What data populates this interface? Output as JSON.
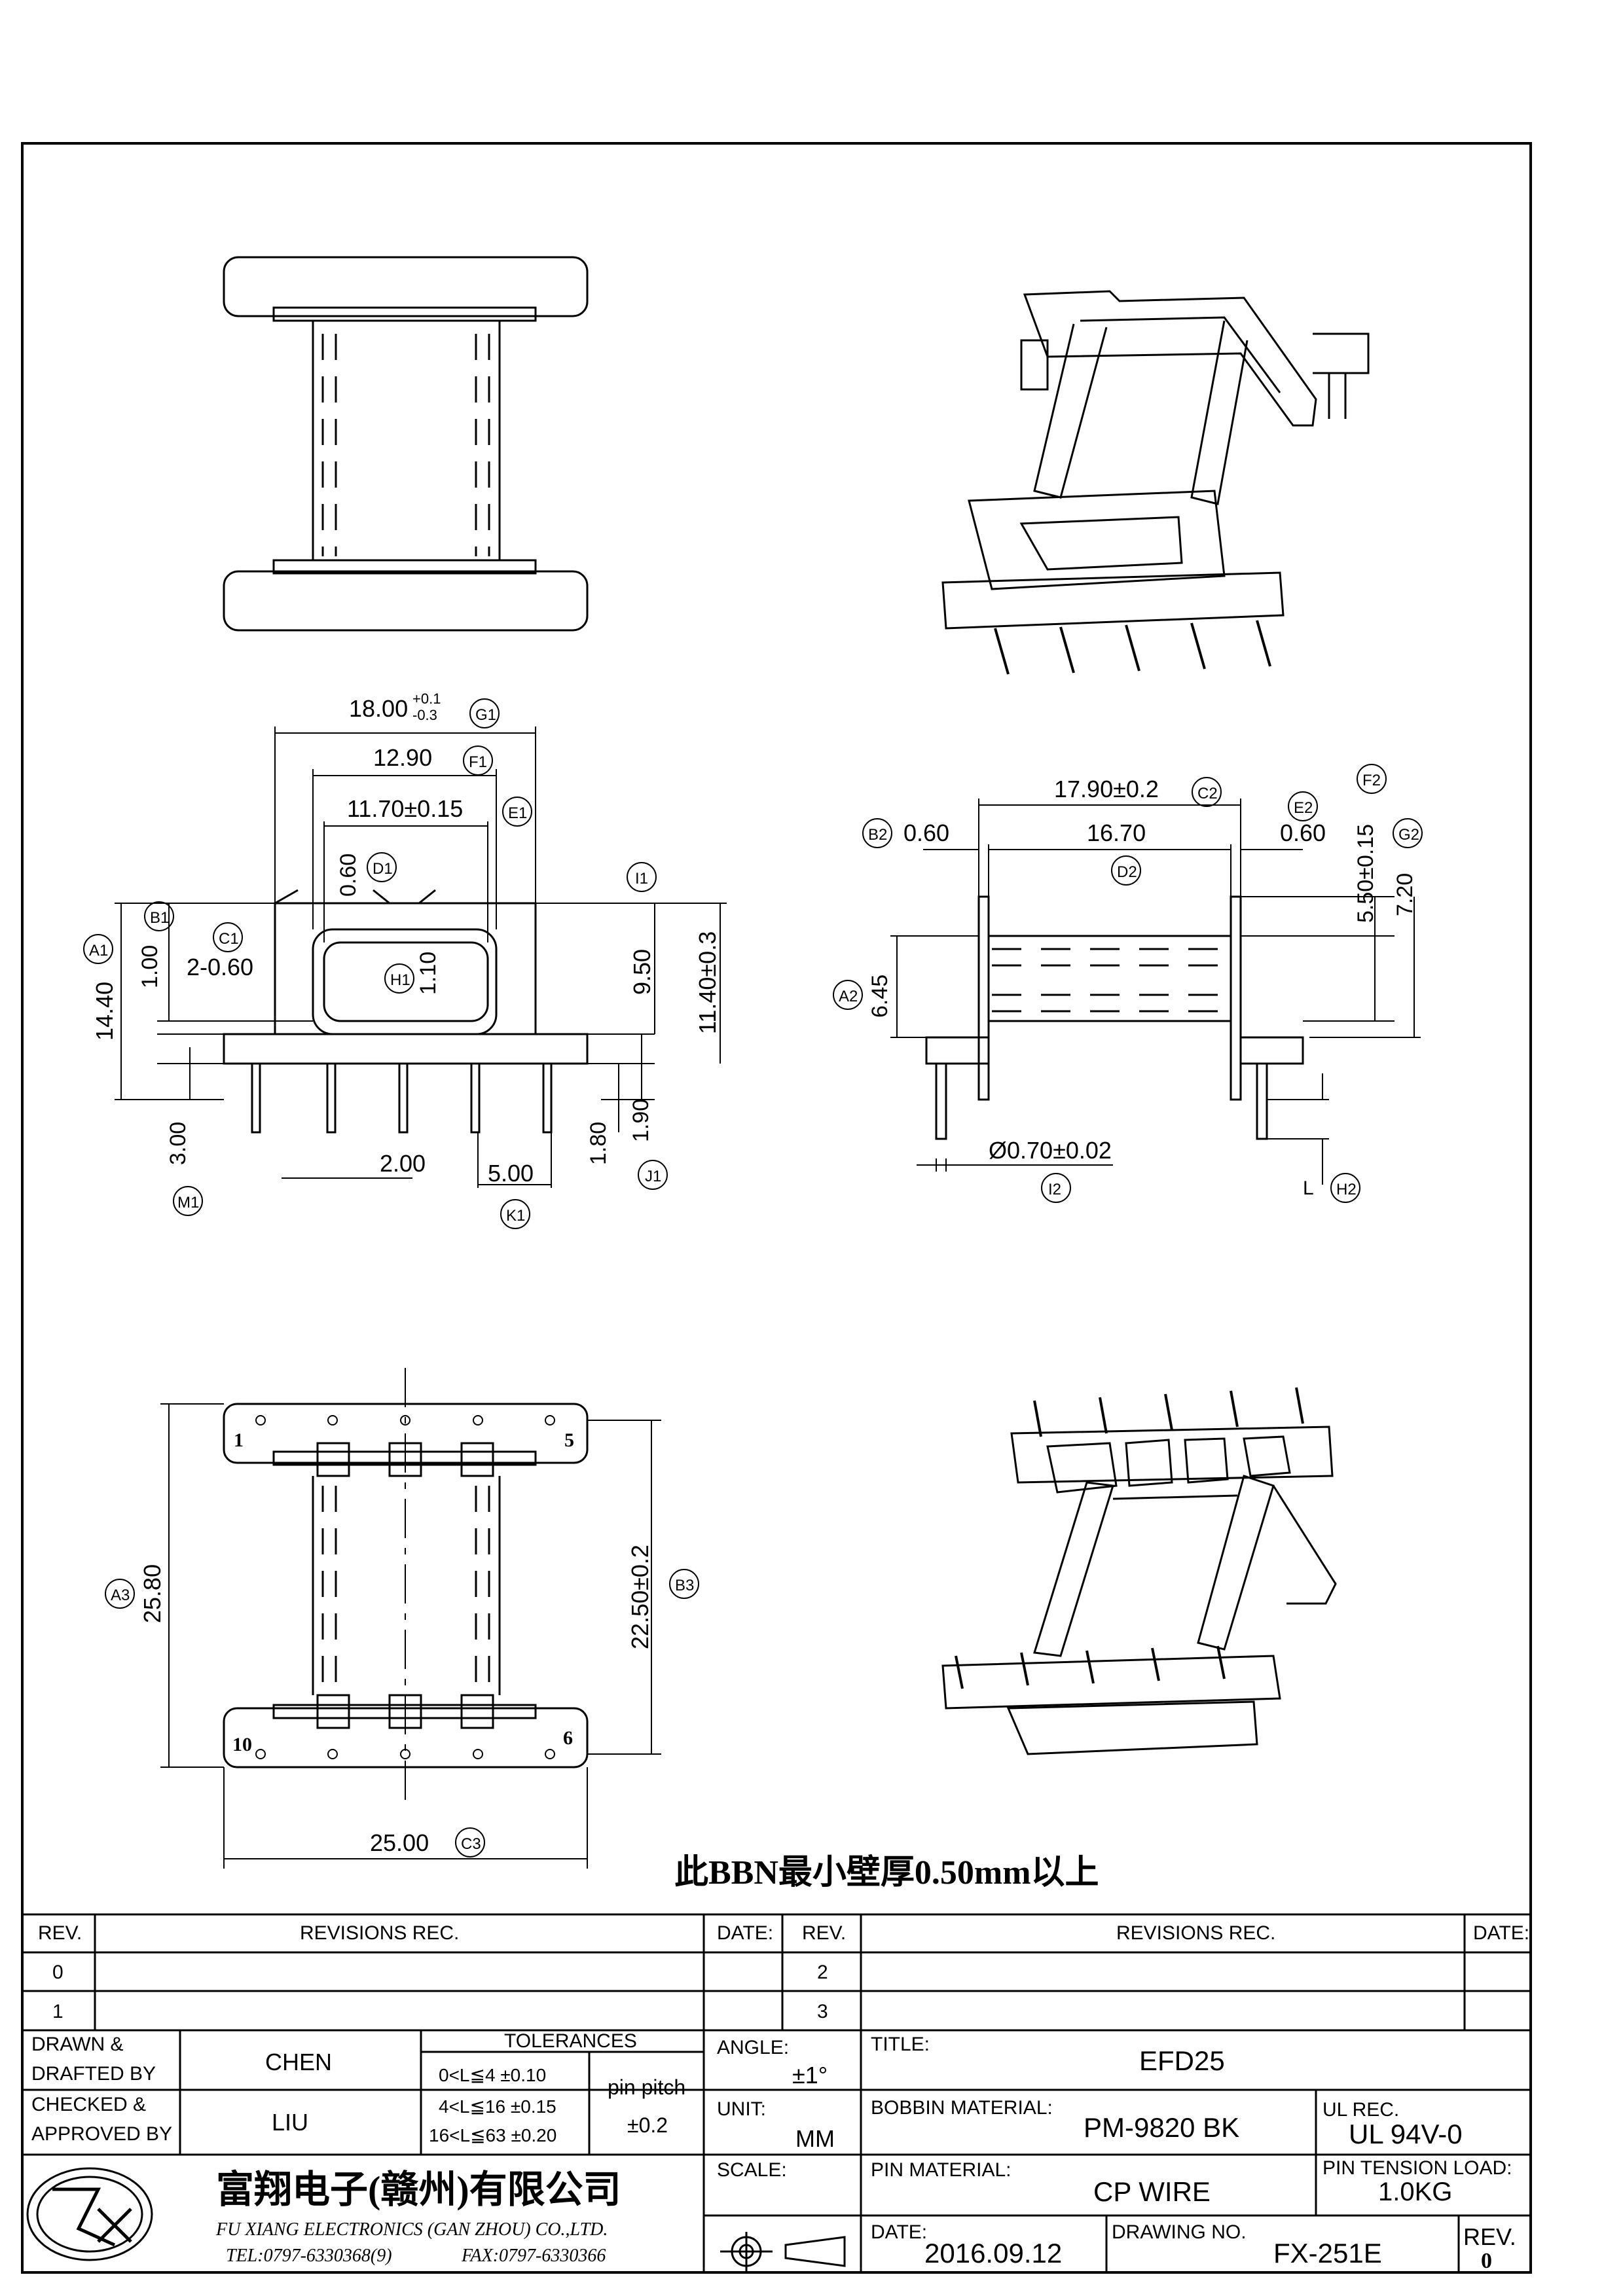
{
  "top_view_dims": {
    "g1": "18.00",
    "g1_tol_plus": "+0.1",
    "g1_tol_minus": "-0.3",
    "g1_tag": "G1",
    "f1": "12.90",
    "f1_tag": "F1",
    "e1": "11.70±0.15",
    "e1_tag": "E1",
    "d1": "0.60",
    "d1_tag": "D1",
    "i1_tag": "I1",
    "b1_tag": "B1",
    "c1_tag": "C1",
    "a1_tag": "A1",
    "h1_tag": "H1",
    "b1_val": "1.00",
    "c1_val": "2-0.60",
    "h1_val": "1.10",
    "a1_val": "14.40",
    "v950": "9.50",
    "i1_val": "11.40±0.3",
    "m1_val": "3.00",
    "m1_tag": "M1",
    "pitch": "2.00",
    "k1_val": "5.00",
    "k1_tag": "K1",
    "v180": "1.80",
    "j1_val": "1.90",
    "j1_tag": "J1"
  },
  "side_view_dims": {
    "c2_val": "17.90±0.2",
    "c2_tag": "C2",
    "b2_tag": "B2",
    "b2_val": "0.60",
    "d2_val": "16.70",
    "d2_tag": "D2",
    "e2_tag": "E2",
    "e2_val": "0.60",
    "f2_tag": "F2",
    "f2_val": "5.50±0.15",
    "g2_tag": "G2",
    "g2_val": "7.20",
    "a2_tag": "A2",
    "a2_val": "6.45",
    "i2_val": "Ø0.70±0.02",
    "i2_tag": "I2",
    "h2_tag": "H2",
    "l_label": "L"
  },
  "bottom_view_dims": {
    "a3_tag": "A3",
    "a3_val": "25.80",
    "b3_val": "22.50±0.2",
    "b3_tag": "B3",
    "c3_val": "25.00",
    "c3_tag": "C3",
    "pin1": "1",
    "pin5": "5",
    "pin10": "10",
    "pin6": "6"
  },
  "note": "此BBN最小壁厚0.50mm以上",
  "title_block": {
    "rev_header": "REV.",
    "revisions_rec": "REVISIONS  REC.",
    "date_header": "DATE:",
    "rev_rows_left": [
      "0",
      "1"
    ],
    "rev_rows_right": [
      "2",
      "3"
    ],
    "drawn_label_1": "DRAWN &",
    "drawn_label_2": "DRAFTED BY",
    "drawn_by": "CHEN",
    "checked_label_1": "CHECKED &",
    "checked_label_2": "APPROVED BY",
    "checked_by": "LIU",
    "tolerances_label": "TOLERANCES",
    "tol_rows": [
      "0<L≦4   ±0.10",
      "4<L≦16  ±0.15",
      "16<L≦63  ±0.20"
    ],
    "pin_pitch_label": "pin pitch",
    "pin_pitch_tol": "±0.2",
    "angle_label": "ANGLE:",
    "angle_val": "±1°",
    "unit_label": "UNIT:",
    "unit_val": "MM",
    "scale_label": "SCALE:",
    "title_label": "TITLE:",
    "title_val": "EFD25",
    "bobbin_label": "BOBBIN MATERIAL:",
    "bobbin_val": "PM-9820 BK",
    "ul_label": "UL REC.",
    "ul_val": "UL 94V-0",
    "pin_material_label": "PIN MATERIAL:",
    "pin_material_val": "CP WIRE",
    "tension_label": "PIN TENSION LOAD:",
    "tension_val": "1.0KG",
    "date_label": "DATE:",
    "date_val": "2016.09.12",
    "drawing_no_label": "DRAWING NO.",
    "drawing_no": "FX-251E",
    "rev_label": "REV.",
    "rev_val": "0",
    "company_cn": "富翔电子(赣州)有限公司",
    "company_en": "FU XIANG ELECTRONICS (GAN ZHOU) CO.,LTD.",
    "tel": "TEL:0797-6330368(9)",
    "fax": "FAX:0797-6330366"
  }
}
